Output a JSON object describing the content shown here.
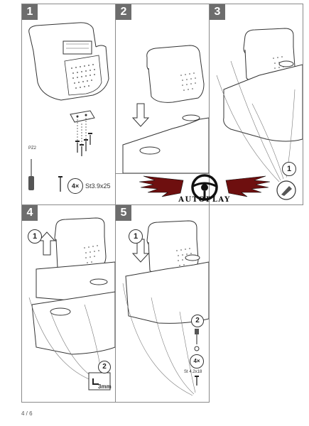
{
  "steps": [
    {
      "number": "1"
    },
    {
      "number": "2"
    },
    {
      "number": "3"
    },
    {
      "number": "4"
    },
    {
      "number": "5"
    }
  ],
  "panel1": {
    "pz_label": "PZ2",
    "qty": "4×",
    "screw_spec": "St3.9x25"
  },
  "panel3": {
    "callout": "1"
  },
  "panel4": {
    "callout_a": "1",
    "callout_b": "2",
    "tool": "3mm"
  },
  "panel5": {
    "callout_a": "1",
    "callout_b": "2",
    "qty": "4×",
    "screw_spec": "St 4.2x18"
  },
  "logo": {
    "text": "AUTOPLAY"
  },
  "page": {
    "number": "4 / 6"
  }
}
